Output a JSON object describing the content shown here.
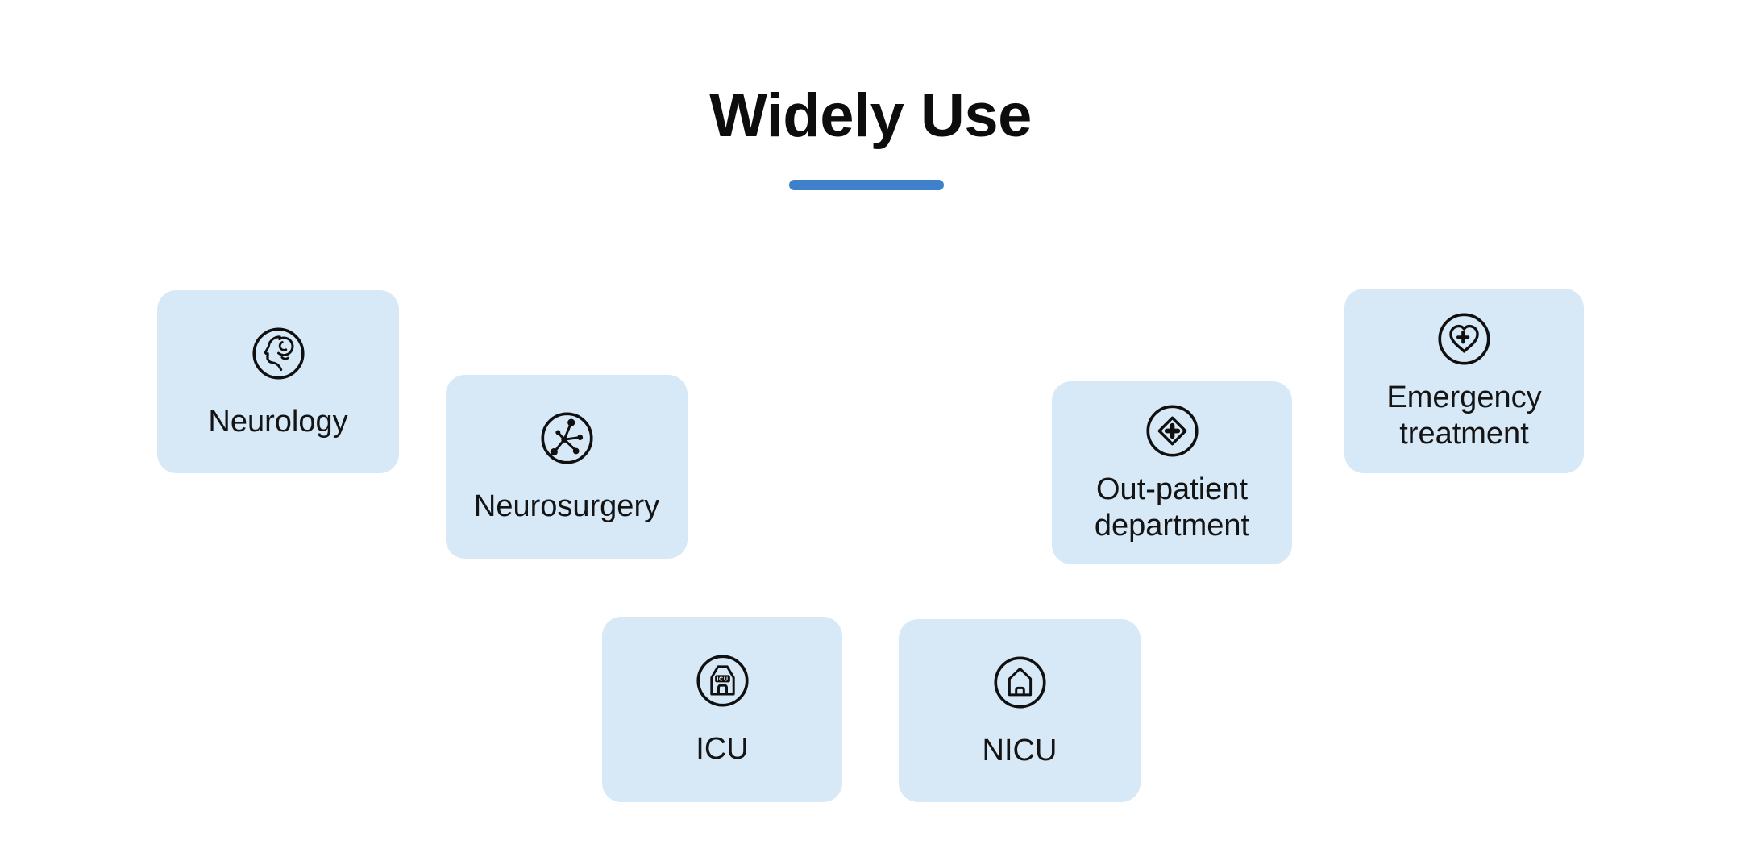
{
  "page": {
    "title": "Widely Use",
    "background_color": "#ffffff",
    "accent_color": "#3e80c9"
  },
  "card_style": {
    "background_color": "#d7e8f6",
    "text_color": "#141414",
    "icon_color": "#101010"
  },
  "cards": [
    {
      "label": "Neurology",
      "icon": "brain-head-icon"
    },
    {
      "label": "Neurosurgery",
      "icon": "neuron-icon"
    },
    {
      "label": "ICU",
      "icon": "icu-building-icon",
      "icon_text": "ICU"
    },
    {
      "label": "NICU",
      "icon": "house-icon"
    },
    {
      "label": "Out-patient department",
      "icon": "medical-cross-diamond-icon"
    },
    {
      "label": "Emergency treatment",
      "icon": "heart-cross-icon"
    }
  ]
}
